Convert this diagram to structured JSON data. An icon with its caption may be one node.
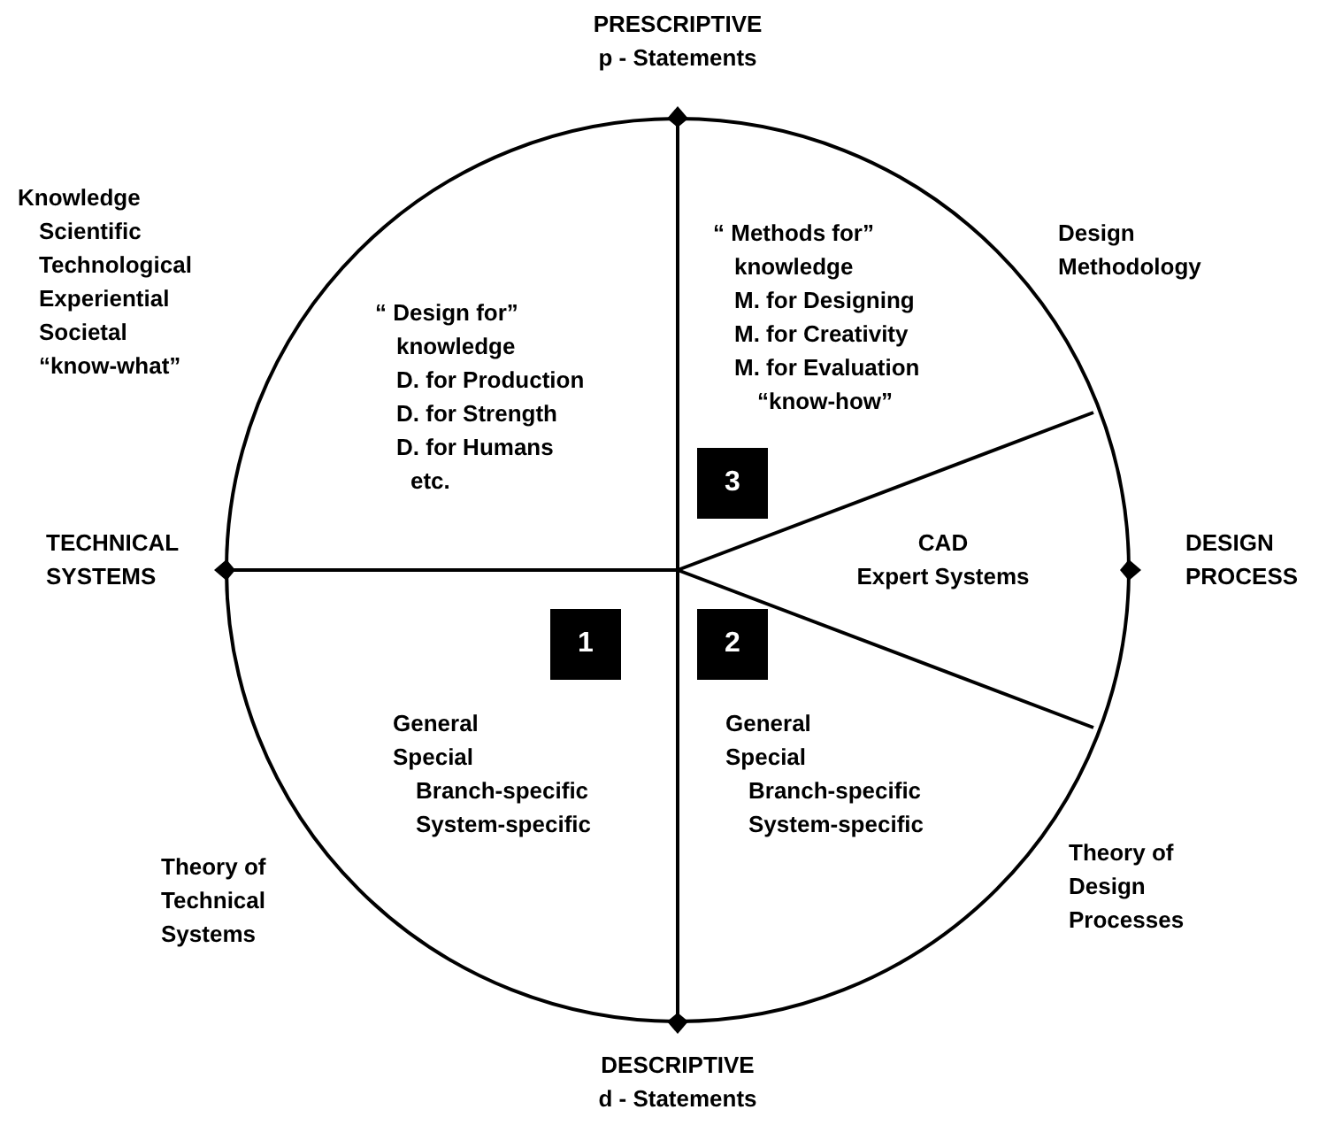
{
  "diagram": {
    "nodes": [
      {
        "text": [
          "1"
        ]
      },
      {
        "text": [
          "2"
        ]
      },
      {
        "text": [
          "3"
        ]
      }
    ],
    "labels": [
      "PRESCRIPTIVE",
      "p - Statements",
      "Knowledge",
      "Scientific",
      "Technological",
      "Experiential",
      "Societal",
      "“know-what”",
      "“ Methods for”",
      "knowledge",
      "M. for Designing",
      "M. for Creativity",
      "M. for Evaluation",
      "“know-how”",
      "Design",
      "Methodology",
      "“ Design for”",
      "knowledge",
      "D. for Production",
      "D. for Strength",
      "D. for Humans",
      "etc.",
      "CAD",
      "Expert Systems",
      "TECHNICAL",
      "SYSTEMS",
      "DESIGN",
      "PROCESS",
      "General",
      "Special",
      "Branch-specific",
      "System-specific",
      "General",
      "Special",
      "Branch-specific",
      "System-specific",
      "Theory of",
      "Design",
      "Processes",
      "Theory of",
      "Technical",
      "Systems",
      "DESCRIPTIVE",
      "d - Statements"
    ]
  }
}
